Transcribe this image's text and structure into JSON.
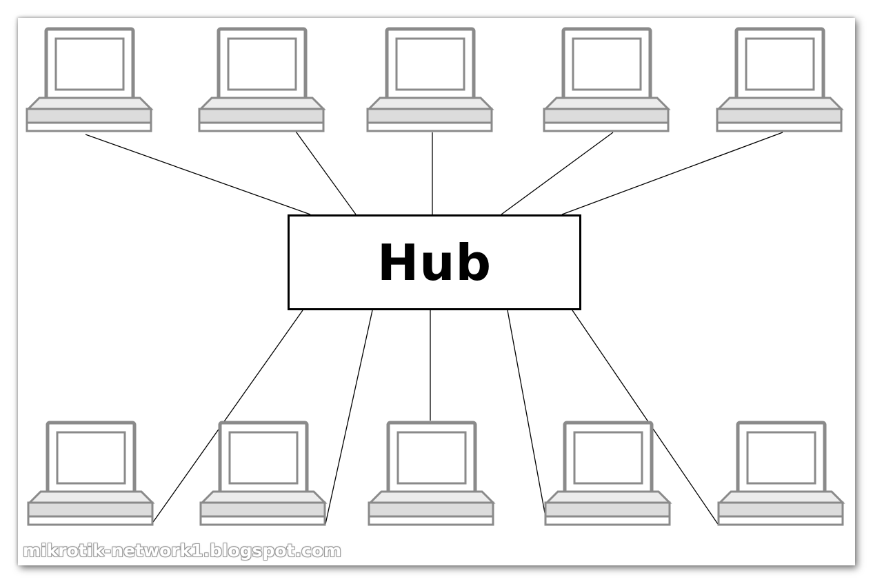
{
  "colors": {
    "background": "#ffffff",
    "line": "#000000",
    "computer_outline": "#8a8a8a",
    "computer_fill": "#ffffff",
    "computer_base_fill": "#ececec"
  },
  "hub": {
    "label": "Hub"
  },
  "computers": {
    "icon": "desktop-computer-icon",
    "top_row_count": 5,
    "bottom_row_count": 5
  },
  "watermark": {
    "text": "mikrotik-network1.blogspot.com"
  }
}
